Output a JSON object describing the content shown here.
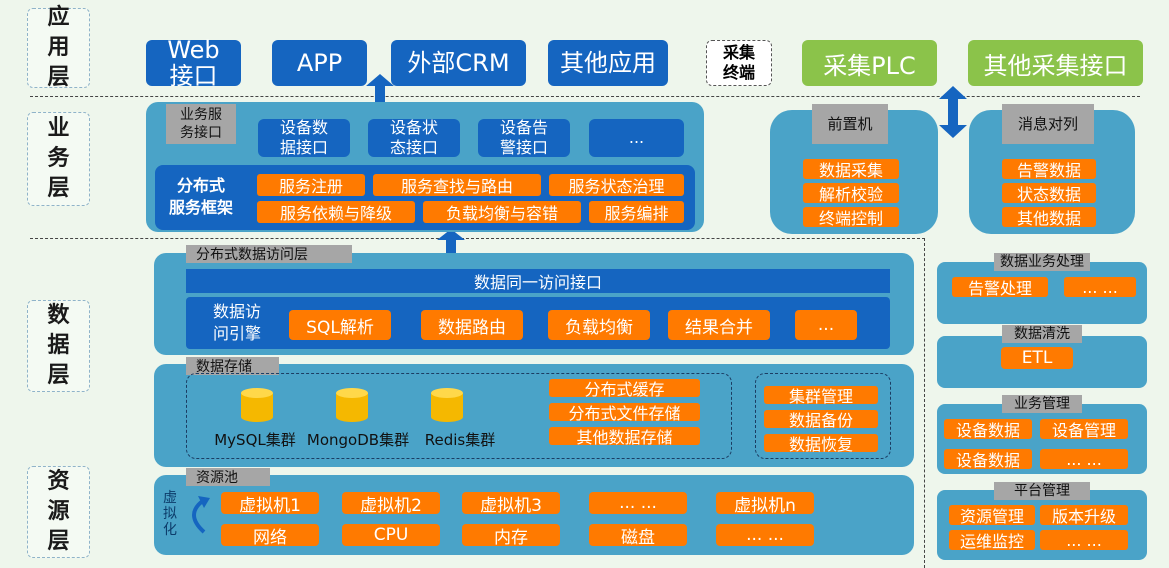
{
  "layers": {
    "app": "应\n用\n层",
    "business": "业\n务\n层",
    "data": "数\n据\n层",
    "resource": "资\n源\n层"
  },
  "app_layer": {
    "web": "Web\n接口",
    "app": "APP",
    "crm": "外部CRM",
    "other": "其他应用",
    "collect_terminal": "采集\n终端",
    "plc": "采集PLC",
    "other_collect": "其他采集接口"
  },
  "business_layer": {
    "service_interface": "业务服\n务接口",
    "interfaces": [
      "设备数\n据接口",
      "设备状\n态接口",
      "设备告\n警接口",
      "..."
    ],
    "framework_title": "分布式\n服务框架",
    "framework_items": [
      "服务注册",
      "服务查找与路由",
      "服务状态治理",
      "服务依赖与降级",
      "负载均衡与容错",
      "服务编排"
    ],
    "front_machine": {
      "title": "前置机",
      "items": [
        "数据采集",
        "解析校验",
        "终端控制"
      ]
    },
    "message_queue": {
      "title": "消息对列",
      "items": [
        "告警数据",
        "状态数据",
        "其他数据"
      ]
    }
  },
  "data_layer": {
    "access_title": "分布式数据访问层",
    "unified_interface": "数据同一访问接口",
    "engine_title": "数据访\n问引擎",
    "engine_items": [
      "SQL解析",
      "数据路由",
      "负载均衡",
      "结果合并",
      "..."
    ],
    "storage_title": "数据存储",
    "clusters": [
      "MySQL集群",
      "MongoDB集群",
      "Redis集群"
    ],
    "storage_items": [
      "分布式缓存",
      "分布式文件存储",
      "其他数据存储"
    ],
    "cluster_mgmt": [
      "集群管理",
      "数据备份",
      "数据恢复"
    ]
  },
  "resource_layer": {
    "title": "资源池",
    "virtualize": "虚\n拟\n化",
    "vms": [
      "虚拟机1",
      "虚拟机2",
      "虚拟机3",
      "... ...",
      "虚拟机n"
    ],
    "resources": [
      "网络",
      "CPU",
      "内存",
      "磁盘",
      "... ..."
    ]
  },
  "right_column": {
    "data_processing": {
      "title": "数据业务处理",
      "items": [
        "告警处理",
        "... ..."
      ]
    },
    "data_cleaning": {
      "title": "数据清洗",
      "items": [
        "ETL"
      ]
    },
    "business_mgmt": {
      "title": "业务管理",
      "items": [
        "设备数据",
        "设备管理",
        "设备数据",
        "... ..."
      ]
    },
    "platform_mgmt": {
      "title": "平台管理",
      "items": [
        "资源管理",
        "版本升级",
        "运维监控",
        "... ..."
      ]
    }
  },
  "colors": {
    "accent_blue": "#1565c0",
    "panel": "#4aa3c8",
    "orange": "#ff7a00",
    "green": "#8bc34a",
    "gray": "#a6a6a6"
  }
}
